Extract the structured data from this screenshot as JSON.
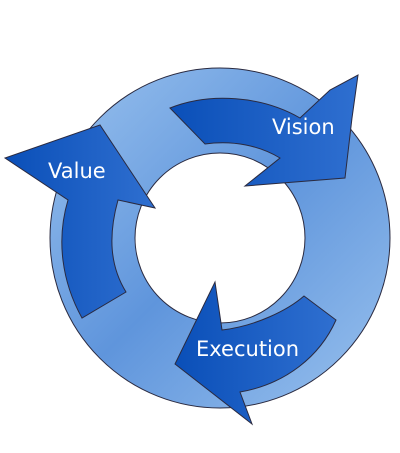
{
  "cycle": {
    "steps": [
      {
        "label": "Vision"
      },
      {
        "label": "Execution"
      },
      {
        "label": "Value"
      }
    ],
    "colors": {
      "dark": "#0a4fb8",
      "mid": "#2f6fd0",
      "light": "#86b4e8",
      "outline": "#2a2a40",
      "text": "#ffffff"
    }
  }
}
